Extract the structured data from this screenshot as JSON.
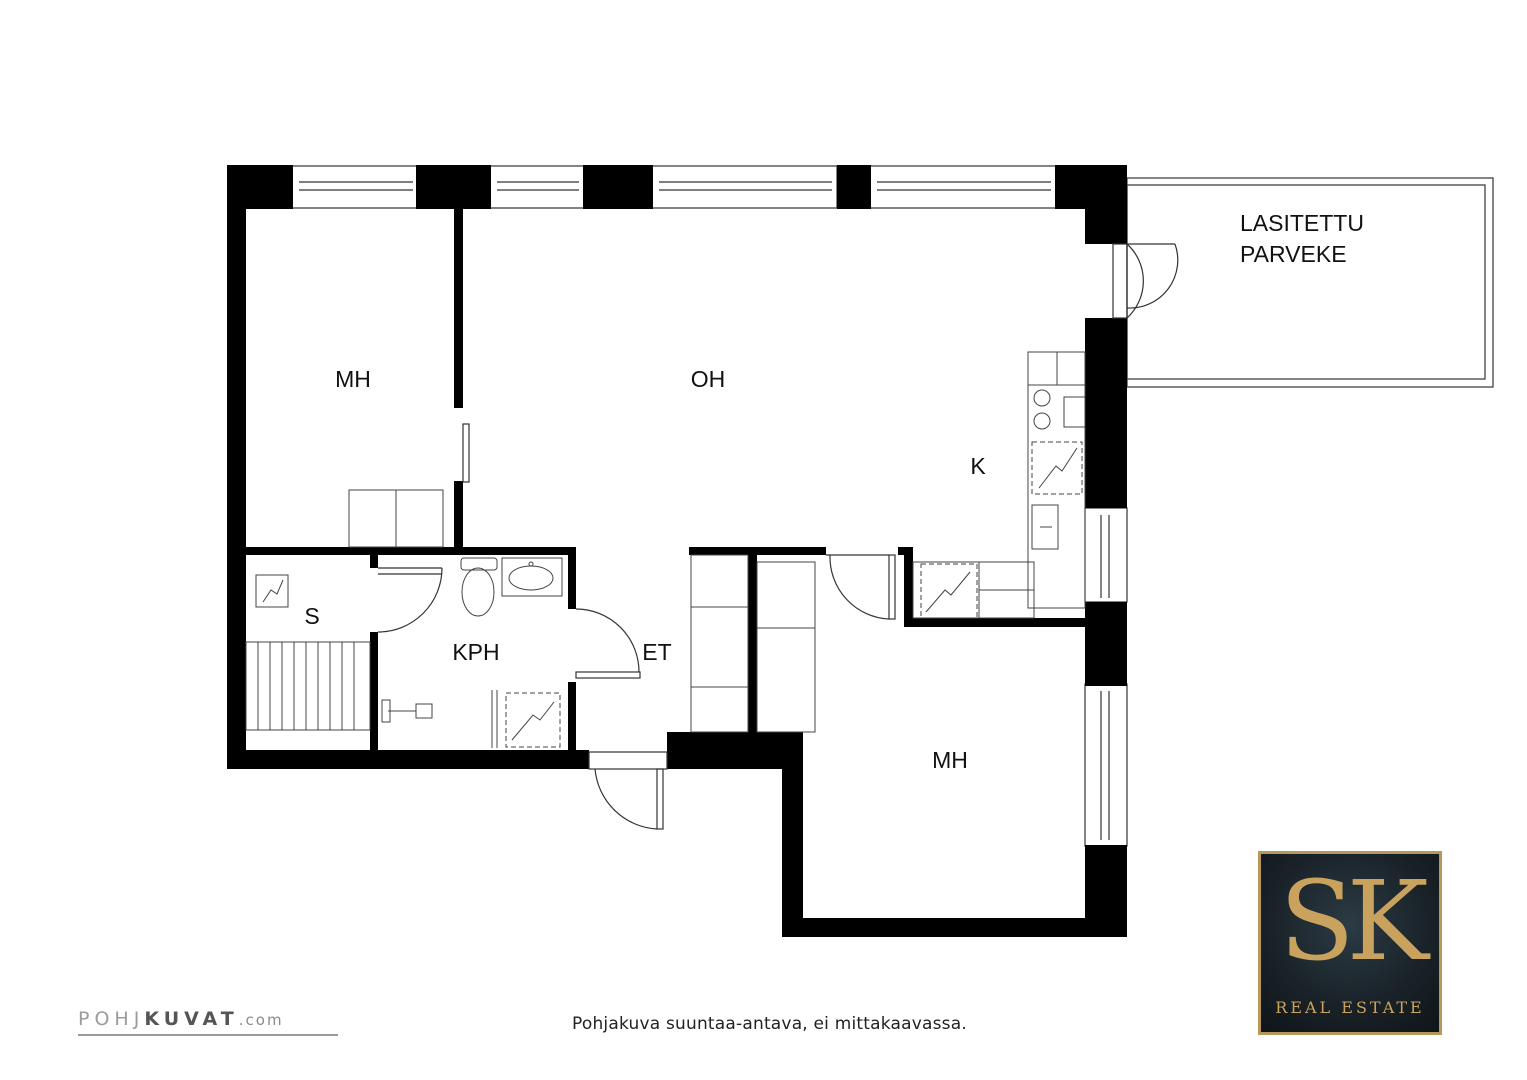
{
  "rooms": {
    "mh_left": "MH",
    "oh": "OH",
    "k": "K",
    "s": "S",
    "kph": "KPH",
    "et": "ET",
    "mh_right": "MH"
  },
  "balcony": {
    "line1": "LASITETTU",
    "line2": "PARVEKE"
  },
  "caption": "Pohjakuva suuntaa-antava, ei mittakaavassa.",
  "brand": {
    "part1": "POHJ",
    "part2": "KUVAT",
    "part3": ".com"
  },
  "logo": {
    "letters": "SK",
    "subtitle": "REAL ESTATE",
    "gold": "#c9a35e",
    "dark": "#1a2329"
  }
}
